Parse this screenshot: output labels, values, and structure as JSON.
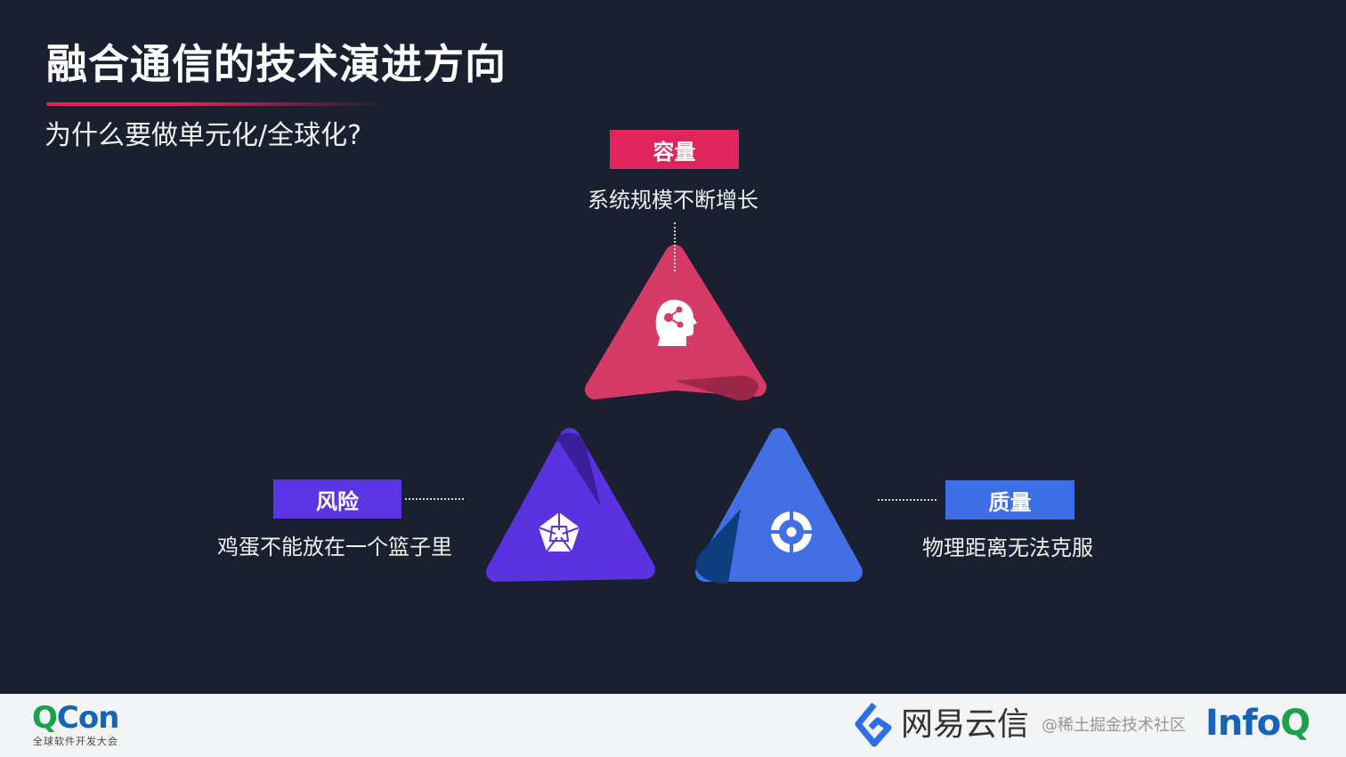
{
  "slide": {
    "title": "融合通信的技术演进方向",
    "subtitle": "为什么要做单元化/全球化?"
  },
  "items": [
    {
      "tag": "容量",
      "description": "系统规模不断增长",
      "icon": "head-network-icon",
      "color": "#e0245e",
      "triangle_color": "#d63a66",
      "fold_color": "#9c2748"
    },
    {
      "tag": "风险",
      "description": "鸡蛋不能放在一个篮子里",
      "icon": "pentagon-web-icon",
      "color": "#5b35e3",
      "triangle_color": "#5a32e0",
      "fold_color": "#3a1f9a"
    },
    {
      "tag": "质量",
      "description": "物理距离无法克服",
      "icon": "target-icon",
      "color": "#3f6fe6",
      "triangle_color": "#4270e4",
      "fold_color": "#0d3f7e"
    }
  ],
  "footer": {
    "qcon_logo": "QCon",
    "qcon_subtitle": "全球软件开发大会",
    "netease_logo": "网易云信",
    "infoq_logo": "InfoQ",
    "watermark": "@稀土掘金技术社区"
  },
  "colors": {
    "background": "#1b2030",
    "footer_background": "#f2f4f5",
    "accent": "#e0245e"
  }
}
